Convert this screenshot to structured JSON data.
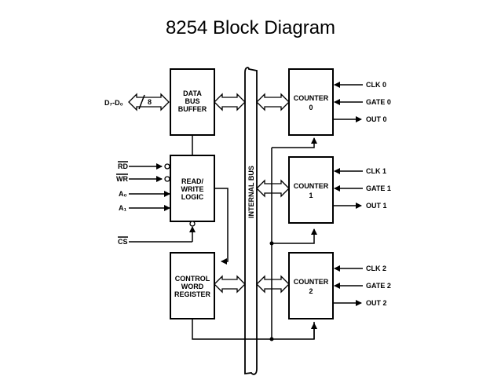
{
  "title": "8254 Block Diagram",
  "data_bus": {
    "label": "D₇-D₀",
    "width": "8"
  },
  "blocks": {
    "data_bus_buffer": [
      "DATA",
      "BUS",
      "BUFFER"
    ],
    "read_write_logic": [
      "READ/",
      "WRITE",
      "LOGIC"
    ],
    "control_word_register": [
      "CONTROL",
      "WORD",
      "REGISTER"
    ],
    "counter0": [
      "COUNTER",
      "0"
    ],
    "counter1": [
      "COUNTER",
      "1"
    ],
    "counter2": [
      "COUNTER",
      "2"
    ]
  },
  "internal_bus": "INTERNAL BUS",
  "control_inputs": {
    "rd": "RD",
    "wr": "WR",
    "a0": "A₀",
    "a1": "A₁",
    "cs": "CS"
  },
  "counter_signals": {
    "c0": {
      "clk": "CLK 0",
      "gate": "GATE 0",
      "out": "OUT 0"
    },
    "c1": {
      "clk": "CLK 1",
      "gate": "GATE 1",
      "out": "OUT 1"
    },
    "c2": {
      "clk": "CLK 2",
      "gate": "GATE 2",
      "out": "OUT 2"
    }
  }
}
